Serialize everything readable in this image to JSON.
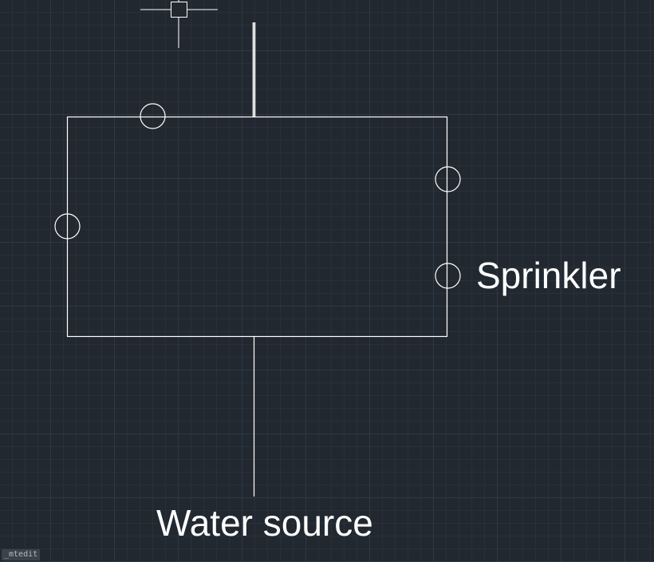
{
  "drawing": {
    "labels": {
      "sprinkler": "Sprinkler",
      "water_source": "Water source"
    },
    "colors": {
      "background": "#212830",
      "line": "#ffffff"
    }
  },
  "command_line": {
    "text": "_mtedit"
  }
}
